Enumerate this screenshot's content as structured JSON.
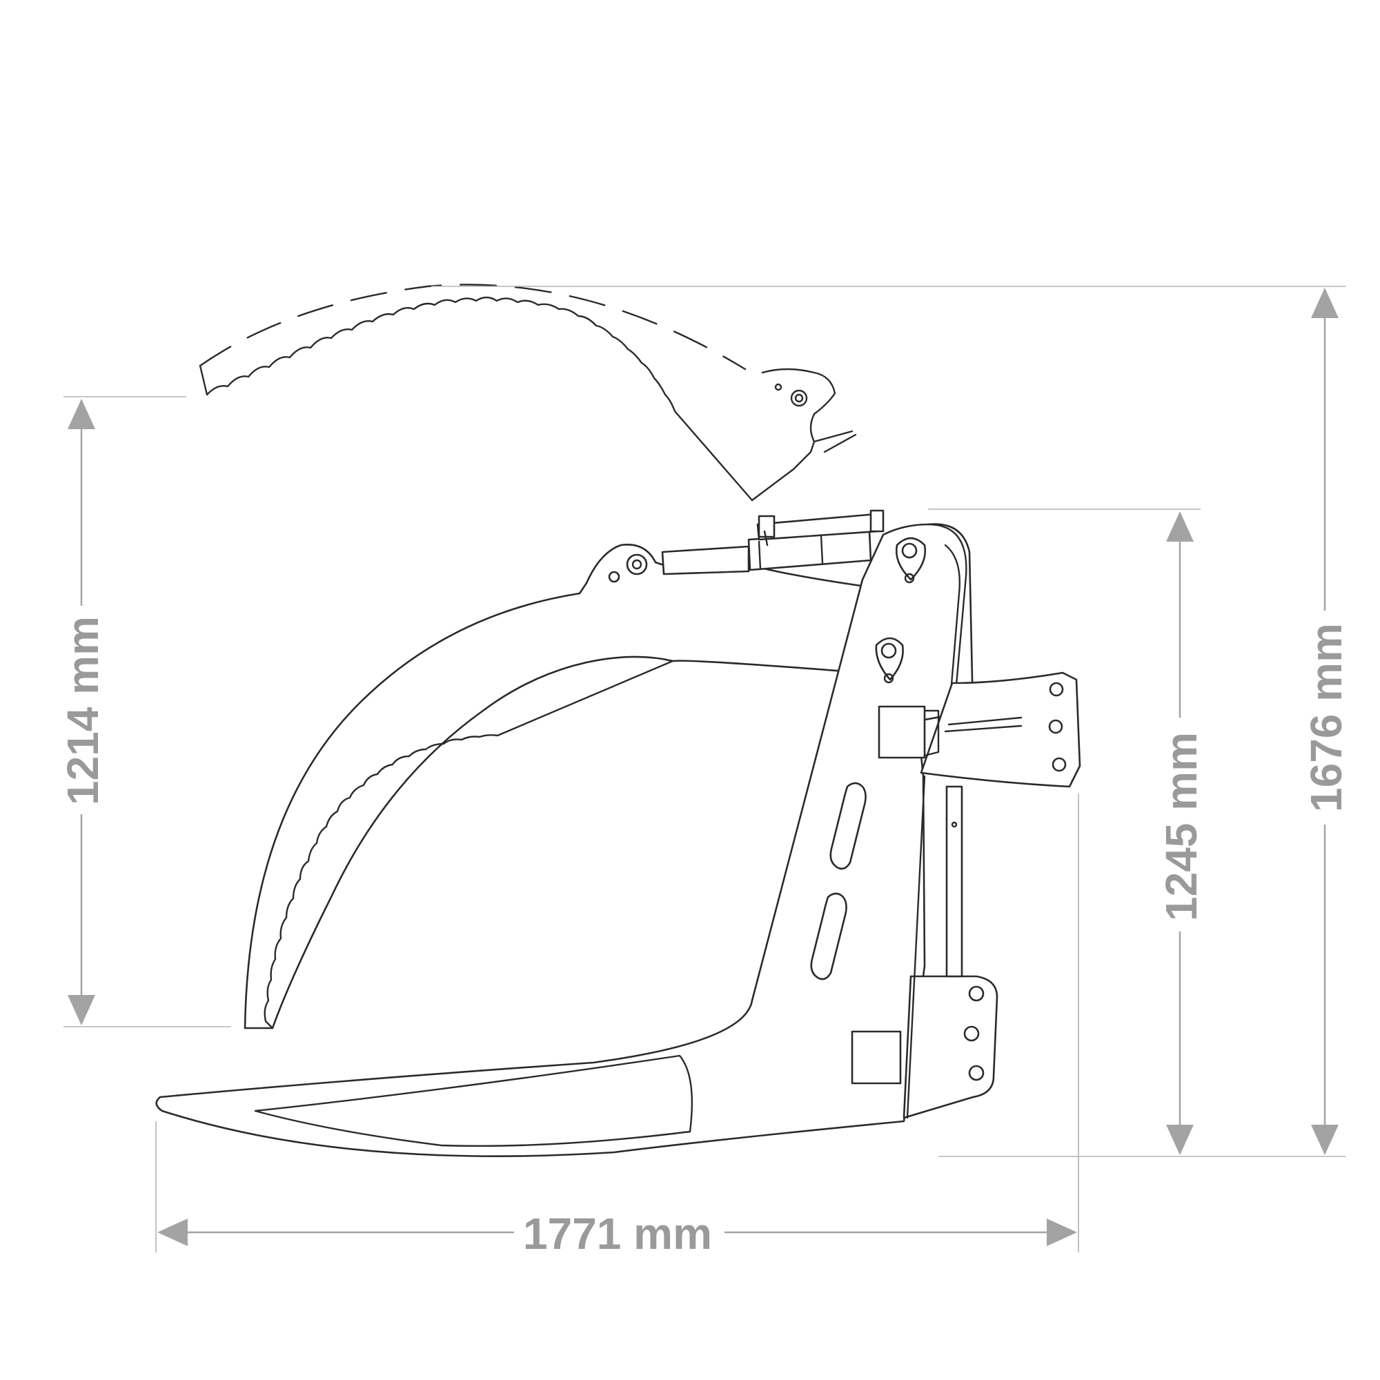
{
  "dimensions": {
    "open_height": {
      "label": "1676 mm",
      "value": 1676,
      "unit": "mm"
    },
    "frame_height": {
      "label": "1245 mm",
      "value": 1245,
      "unit": "mm"
    },
    "grab_reach": {
      "label": "1214 mm",
      "value": 1214,
      "unit": "mm"
    },
    "total_length": {
      "label": "1771 mm",
      "value": 1771,
      "unit": "mm"
    }
  },
  "colors": {
    "dimension": "#a3a3a3",
    "dimension_text": "#9a9a9a",
    "outline": "#2a2a2a",
    "background": "#ffffff"
  }
}
